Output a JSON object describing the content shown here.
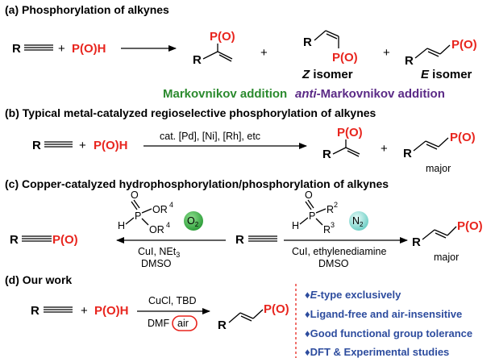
{
  "section_a": {
    "heading": "(a) Phosphorylation of alkynes",
    "r": "R",
    "plus": "+",
    "reagent": "P(O)H",
    "product_po": "P(O)",
    "z_label": "Z isomer",
    "e_label": "E isomer",
    "markovnikov": "Markovnikov addition",
    "anti_italic": "anti",
    "anti_rest": "-Markovnikov addition"
  },
  "section_b": {
    "heading": "(b)  Typical metal-catalyzed regioselective phosphorylation of alkynes",
    "conditions": "cat. [Pd], [Ni], [Rh], etc",
    "major": "major"
  },
  "section_c": {
    "heading": "(c) Copper-catalyzed hydrophosphorylation/phosphorylation of alkynes",
    "left_cond_1": "CuI, NEt",
    "left_cond_1_sub": "3",
    "left_cond_2": "DMSO",
    "right_cond_1": "CuI, ethylenediamine",
    "right_cond_2": "DMSO",
    "o2": "O",
    "o2_sub": "2",
    "n2": "N",
    "n2_sub": "2",
    "or4": "OR",
    "r4": "4",
    "r2_label": "R",
    "r2": "2",
    "r3": "3",
    "o": "O",
    "h": "H",
    "p": "P",
    "major": "major"
  },
  "section_d": {
    "heading": "(d) Our work",
    "cond_1": "CuCl, TBD",
    "cond_2": "DMF",
    "air": "air",
    "features": [
      {
        "lead": "E",
        "rest": "-type exclusively"
      },
      {
        "lead": "",
        "rest": "Ligand-free and air-insensitive"
      },
      {
        "lead": "",
        "rest": "Good functional group tolerance"
      },
      {
        "lead": "",
        "rest": "DFT & Experimental studies"
      }
    ],
    "bullet": "♦"
  },
  "colors": {
    "red": "#e8251e",
    "green": "#2b8a2e",
    "purple": "#5b2a86",
    "blue": "#2d4c9e",
    "o2_bubble": "#3bb44a",
    "n2_bubble": "#7fd6cf"
  }
}
